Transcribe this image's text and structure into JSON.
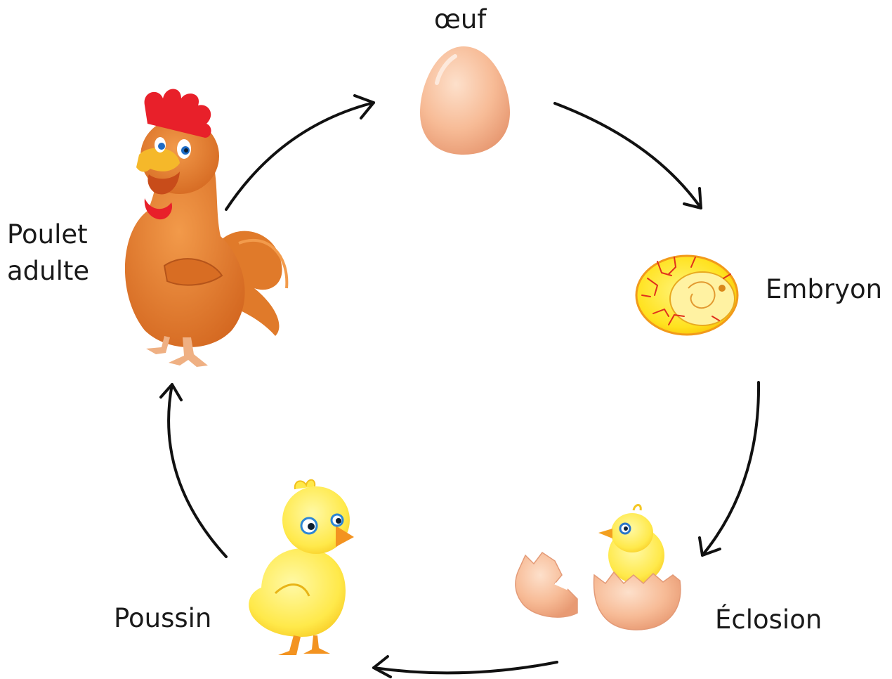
{
  "diagram": {
    "stages": [
      {
        "id": "oeuf",
        "label": "œuf"
      },
      {
        "id": "embryon",
        "label": "Embryon"
      },
      {
        "id": "eclosion",
        "label": "Éclosion"
      },
      {
        "id": "poussin",
        "label": "Poussin"
      },
      {
        "id": "poulet",
        "label_lines": [
          "Poulet",
          "adulte"
        ]
      }
    ],
    "colors": {
      "arrow": "#111111",
      "egg": "#f6b993",
      "yolk": "#ffe433",
      "chick": "#ffe74c",
      "rooster": "#e0772a",
      "comb": "#e8202a"
    }
  }
}
